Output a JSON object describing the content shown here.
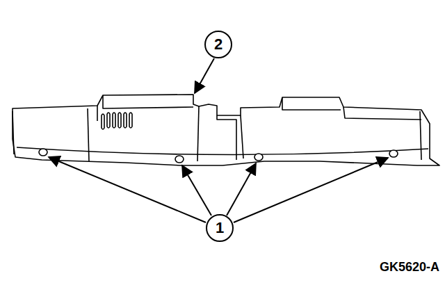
{
  "diagram": {
    "nodes": [
      {
        "text": [
          "2"
        ]
      },
      {
        "text": [
          "1"
        ]
      }
    ],
    "labels": [
      "GK5620-A"
    ]
  }
}
